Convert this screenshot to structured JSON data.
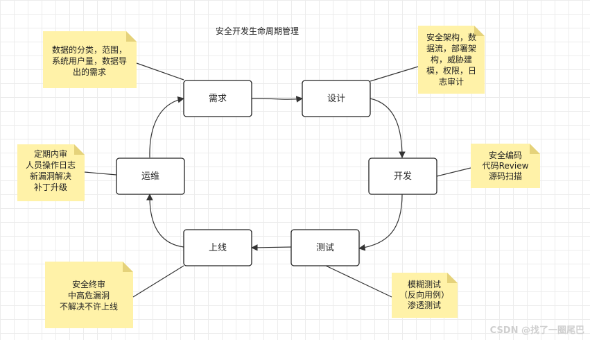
{
  "title": "安全开发生命周期管理",
  "stages": {
    "requirement": "需求",
    "design": "设计",
    "develop": "开发",
    "test": "测试",
    "release": "上线",
    "operate": "运维"
  },
  "notes": {
    "requirement": [
      "数据的分类，范围，",
      "系统用户量，数据导",
      "出的需求"
    ],
    "design": [
      "安全架构，数",
      "据流，部署架",
      "构，威胁建",
      "模，权限，日",
      "志审计"
    ],
    "develop": [
      "安全编码",
      "代码Review",
      "源码扫描"
    ],
    "test": [
      "模糊测试",
      "（反向用例）",
      "渗透测试"
    ],
    "release": [
      "安全终审",
      "中高危漏洞",
      "不解决不许上线"
    ],
    "operate": [
      "定期内审",
      "人员操作日志",
      "新漏洞解决",
      "补丁升级"
    ]
  },
  "watermark": "CSDN @找了一圈尾巴",
  "colors": {
    "note_fill": "#fff2a8",
    "note_fold": "#e5d27a",
    "box_stroke": "#222222",
    "edge": "#333333"
  }
}
